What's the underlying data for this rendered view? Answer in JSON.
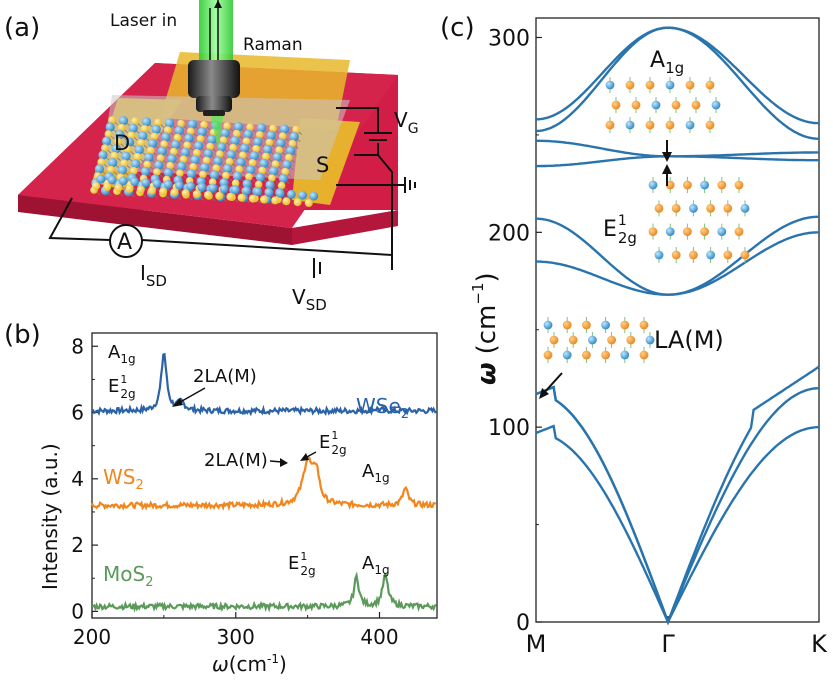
{
  "colors": {
    "substrate": "#d21e46",
    "gold": "#e8b92b",
    "band": "#2a74ad",
    "wse2": "#2b62a8",
    "ws2": "#f2861e",
    "mos2": "#5b9a5a",
    "laser": "#3ddc3d",
    "atom_blue": "#3c8fc6",
    "atom_yellow": "#f0c330",
    "atom_orange": "#ee8b1e"
  },
  "panel_a": {
    "label": "(a)",
    "laser_in": "Laser in",
    "raman": "Raman",
    "drain": "D",
    "source": "S",
    "vg": "V",
    "vg_sub": "G",
    "ammeter": "A",
    "isd": "I",
    "isd_sub": "SD",
    "vsd": "V",
    "vsd_sub": "SD",
    "icons": [
      "laser-beam-icon",
      "objective-lens-icon",
      "ground-icon",
      "ammeter-icon",
      "battery-icon"
    ]
  },
  "panel_b": {
    "label": "(b)",
    "ylabel": "Intensity (a.u.)",
    "xlabel_sym": "ω",
    "xlabel_unit": "(cm",
    "xlabel_exp": "-1",
    "xlabel_close": ")",
    "annotations": {
      "wse2_a1g": "A",
      "wse2_a1g_sub": "1g",
      "wse2_e2g": "E",
      "wse2_e2g_sup": "1",
      "wse2_e2g_sub": "2g",
      "wse2_2la": "2LA(M)",
      "ws2_2la": "2LA(M)",
      "ws2_e2g": "E",
      "ws2_e2g_sup": "1",
      "ws2_e2g_sub": "2g",
      "ws2_a1g": "A",
      "ws2_a1g_sub": "1g",
      "mos2_e2g": "E",
      "mos2_e2g_sup": "1",
      "mos2_e2g_sub": "2g",
      "mos2_a1g": "A",
      "mos2_a1g_sub": "1g"
    },
    "series_labels": {
      "wse2": "WSe",
      "wse2_sub": "2",
      "ws2": "WS",
      "ws2_sub": "2",
      "mos2": "MoS",
      "mos2_sub": "2"
    }
  },
  "panel_c": {
    "label": "(c)",
    "ylabel_sym": "ω",
    "ylabel_unit": "(cm",
    "ylabel_exp": "−1",
    "ylabel_close": ")",
    "a1g": "A",
    "a1g_sub": "1g",
    "e2g": "E",
    "e2g_sup": "1",
    "e2g_sub": "2g",
    "la": "LA(M)"
  },
  "chart_data": [
    {
      "type": "line",
      "panel": "(b)",
      "xlabel": "ω(cm-1)",
      "ylabel": "Intensity (a.u.)",
      "xlim": [
        200,
        440
      ],
      "ylim": [
        -0.2,
        8.4
      ],
      "xticks": [
        200,
        300,
        400
      ],
      "yticks": [
        0,
        2,
        4,
        6,
        8
      ],
      "series": [
        {
          "name": "WSe2",
          "offset": 6.05,
          "peaks": [
            [
              250,
              1.75,
              2.2
            ],
            [
              262,
              0.25,
              3.0
            ],
            [
              398,
              0.06,
              4.0
            ]
          ]
        },
        {
          "name": "WS2",
          "offset": 3.2,
          "peaks": [
            [
              350,
              1.3,
              4.0
            ],
            [
              356,
              0.9,
              2.5
            ],
            [
              418,
              0.5,
              2.3
            ]
          ]
        },
        {
          "name": "MoS2",
          "offset": 0.15,
          "peaks": [
            [
              384,
              0.9,
              2.0
            ],
            [
              404,
              0.92,
              2.3
            ]
          ]
        }
      ]
    },
    {
      "type": "line",
      "panel": "(c)",
      "xlabel": "",
      "ylabel": "ω (cm−1)",
      "categories": [
        "M",
        "Γ",
        "K"
      ],
      "ylim": [
        0,
        310
      ],
      "yticks": [
        0,
        100,
        200,
        300
      ],
      "note": "phonon dispersion along M–Γ–K",
      "branches": [
        {
          "name": "",
          "M": 117,
          "G": 0,
          "K": 131
        },
        {
          "name": "",
          "M": 117,
          "G": 0,
          "K": 120
        },
        {
          "name": "",
          "M": 97,
          "G": 0,
          "K": 100
        },
        {
          "name": "",
          "M": 185,
          "G": 168,
          "K": 200
        },
        {
          "name": "",
          "M": 207,
          "G": 168,
          "K": 208
        },
        {
          "name": "",
          "M": 234,
          "G": 239,
          "K": 237
        },
        {
          "name": "",
          "M": 247,
          "G": 239,
          "K": 241
        },
        {
          "name": "",
          "M": 252,
          "G": 305,
          "K": 248
        },
        {
          "name": "",
          "M": 258,
          "G": 305,
          "K": 256
        }
      ]
    }
  ]
}
